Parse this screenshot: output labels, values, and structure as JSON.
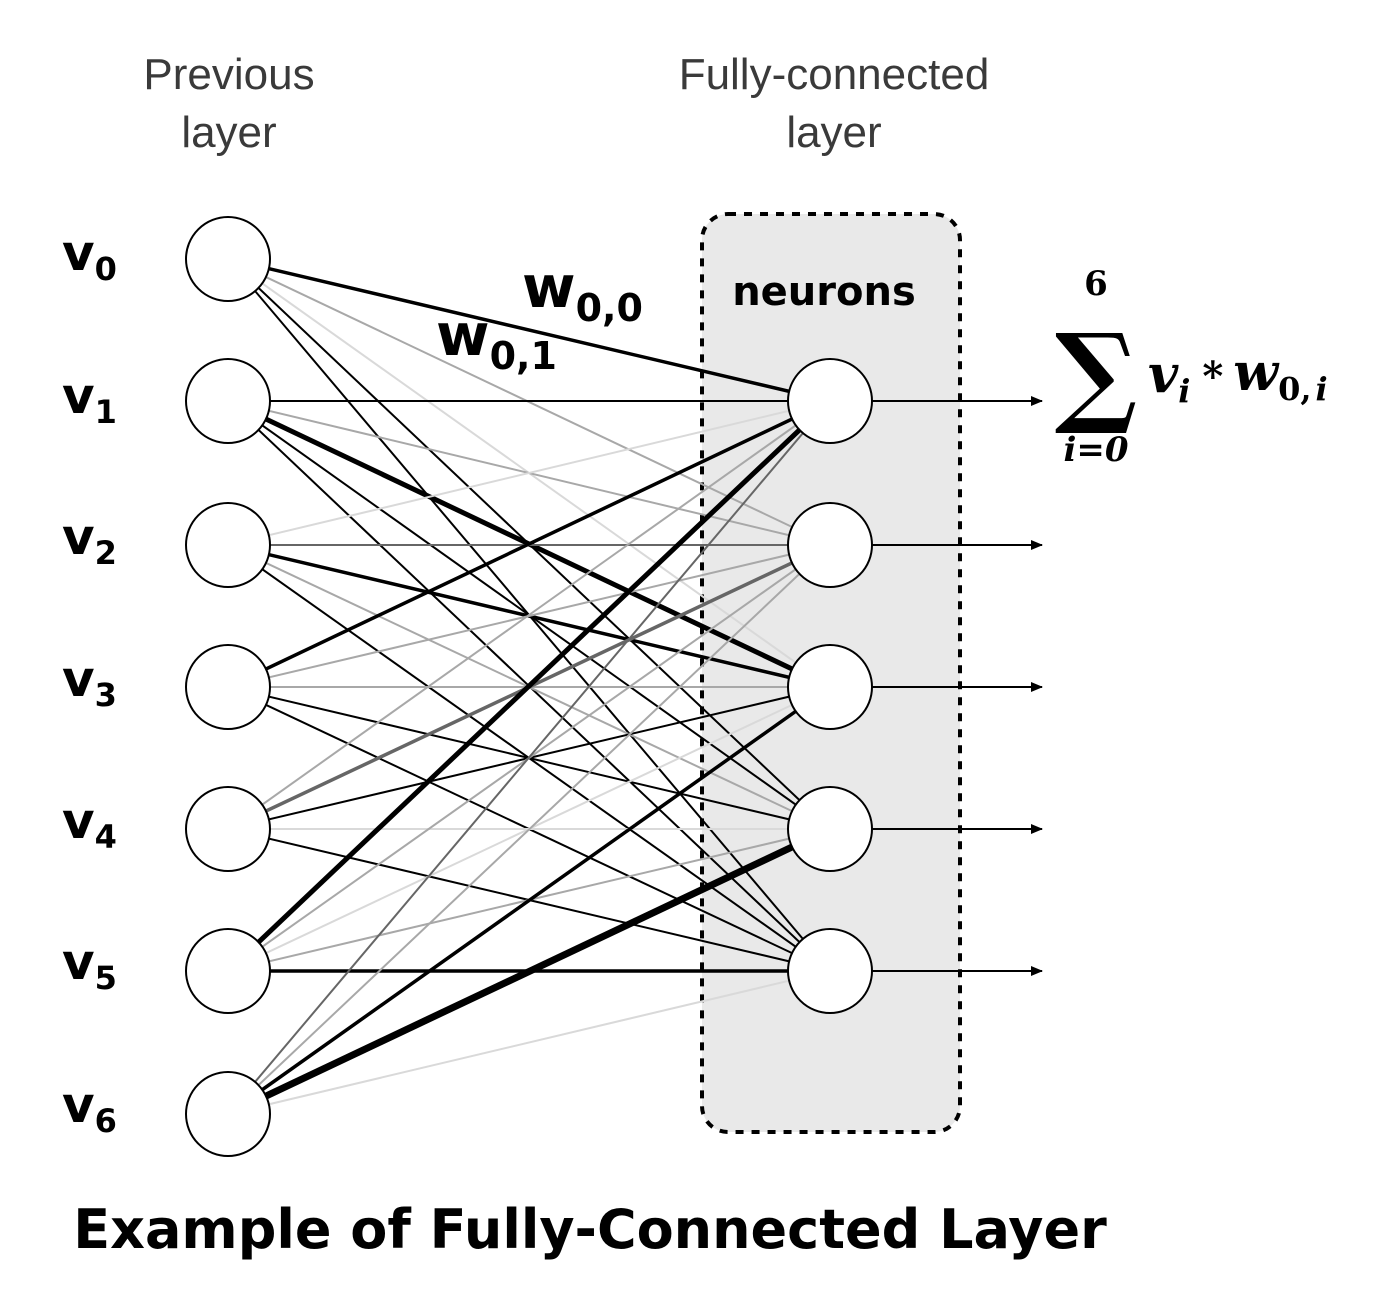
{
  "header": {
    "previous_line1": "Previous",
    "previous_line2": "layer",
    "fc_line1": "Fully-connected",
    "fc_line2": "layer"
  },
  "neurons_label": "neurons",
  "inputs": [
    {
      "base": "v",
      "sub": "0"
    },
    {
      "base": "v",
      "sub": "1"
    },
    {
      "base": "v",
      "sub": "2"
    },
    {
      "base": "v",
      "sub": "3"
    },
    {
      "base": "v",
      "sub": "4"
    },
    {
      "base": "v",
      "sub": "5"
    },
    {
      "base": "v",
      "sub": "6"
    }
  ],
  "weight_labels": [
    {
      "base": "w",
      "sub": "0,0"
    },
    {
      "base": "w",
      "sub": "0,1"
    }
  ],
  "formula": {
    "upper": "6",
    "lower": "i=0",
    "sigma": "∑",
    "v": "v",
    "v_sub": "i",
    "op": "*",
    "w": "w",
    "w_sub_index": "0,",
    "w_sub_var": "i"
  },
  "caption": "Example of Fully-Connected Layer",
  "colors": {
    "node_stroke": "#000000",
    "node_fill": "#ffffff",
    "box_fill": "#e9e9e9",
    "box_stroke": "#000000",
    "edge_dark": "#000000",
    "edge_mid": "#666666",
    "edge_light": "#a8a8a8",
    "edge_faint": "#d9d9d9"
  },
  "connections": [
    {
      "from": 0,
      "to": 0,
      "weight": "strong"
    },
    {
      "from": 0,
      "to": 1,
      "weight": "light"
    },
    {
      "from": 0,
      "to": 2,
      "weight": "faint"
    },
    {
      "from": 0,
      "to": 3,
      "weight": "dark"
    },
    {
      "from": 0,
      "to": 4,
      "weight": "dark"
    },
    {
      "from": 1,
      "to": 0,
      "weight": "dark"
    },
    {
      "from": 1,
      "to": 1,
      "weight": "light"
    },
    {
      "from": 1,
      "to": 2,
      "weight": "heavy"
    },
    {
      "from": 1,
      "to": 3,
      "weight": "dark"
    },
    {
      "from": 1,
      "to": 4,
      "weight": "dark"
    },
    {
      "from": 2,
      "to": 0,
      "weight": "faint"
    },
    {
      "from": 2,
      "to": 1,
      "weight": "mid"
    },
    {
      "from": 2,
      "to": 2,
      "weight": "strong"
    },
    {
      "from": 2,
      "to": 3,
      "weight": "light"
    },
    {
      "from": 2,
      "to": 4,
      "weight": "dark"
    },
    {
      "from": 3,
      "to": 0,
      "weight": "strong"
    },
    {
      "from": 3,
      "to": 1,
      "weight": "light"
    },
    {
      "from": 3,
      "to": 2,
      "weight": "light"
    },
    {
      "from": 3,
      "to": 3,
      "weight": "dark"
    },
    {
      "from": 3,
      "to": 4,
      "weight": "dark"
    },
    {
      "from": 4,
      "to": 0,
      "weight": "light"
    },
    {
      "from": 4,
      "to": 1,
      "weight": "mid_strong"
    },
    {
      "from": 4,
      "to": 2,
      "weight": "dark"
    },
    {
      "from": 4,
      "to": 3,
      "weight": "faint"
    },
    {
      "from": 4,
      "to": 4,
      "weight": "dark"
    },
    {
      "from": 5,
      "to": 0,
      "weight": "heavy"
    },
    {
      "from": 5,
      "to": 1,
      "weight": "light"
    },
    {
      "from": 5,
      "to": 2,
      "weight": "faint"
    },
    {
      "from": 5,
      "to": 3,
      "weight": "light"
    },
    {
      "from": 5,
      "to": 4,
      "weight": "strong"
    },
    {
      "from": 6,
      "to": 0,
      "weight": "mid"
    },
    {
      "from": 6,
      "to": 1,
      "weight": "light"
    },
    {
      "from": 6,
      "to": 2,
      "weight": "strong"
    },
    {
      "from": 6,
      "to": 3,
      "weight": "heavier"
    },
    {
      "from": 6,
      "to": 4,
      "weight": "faint"
    }
  ]
}
